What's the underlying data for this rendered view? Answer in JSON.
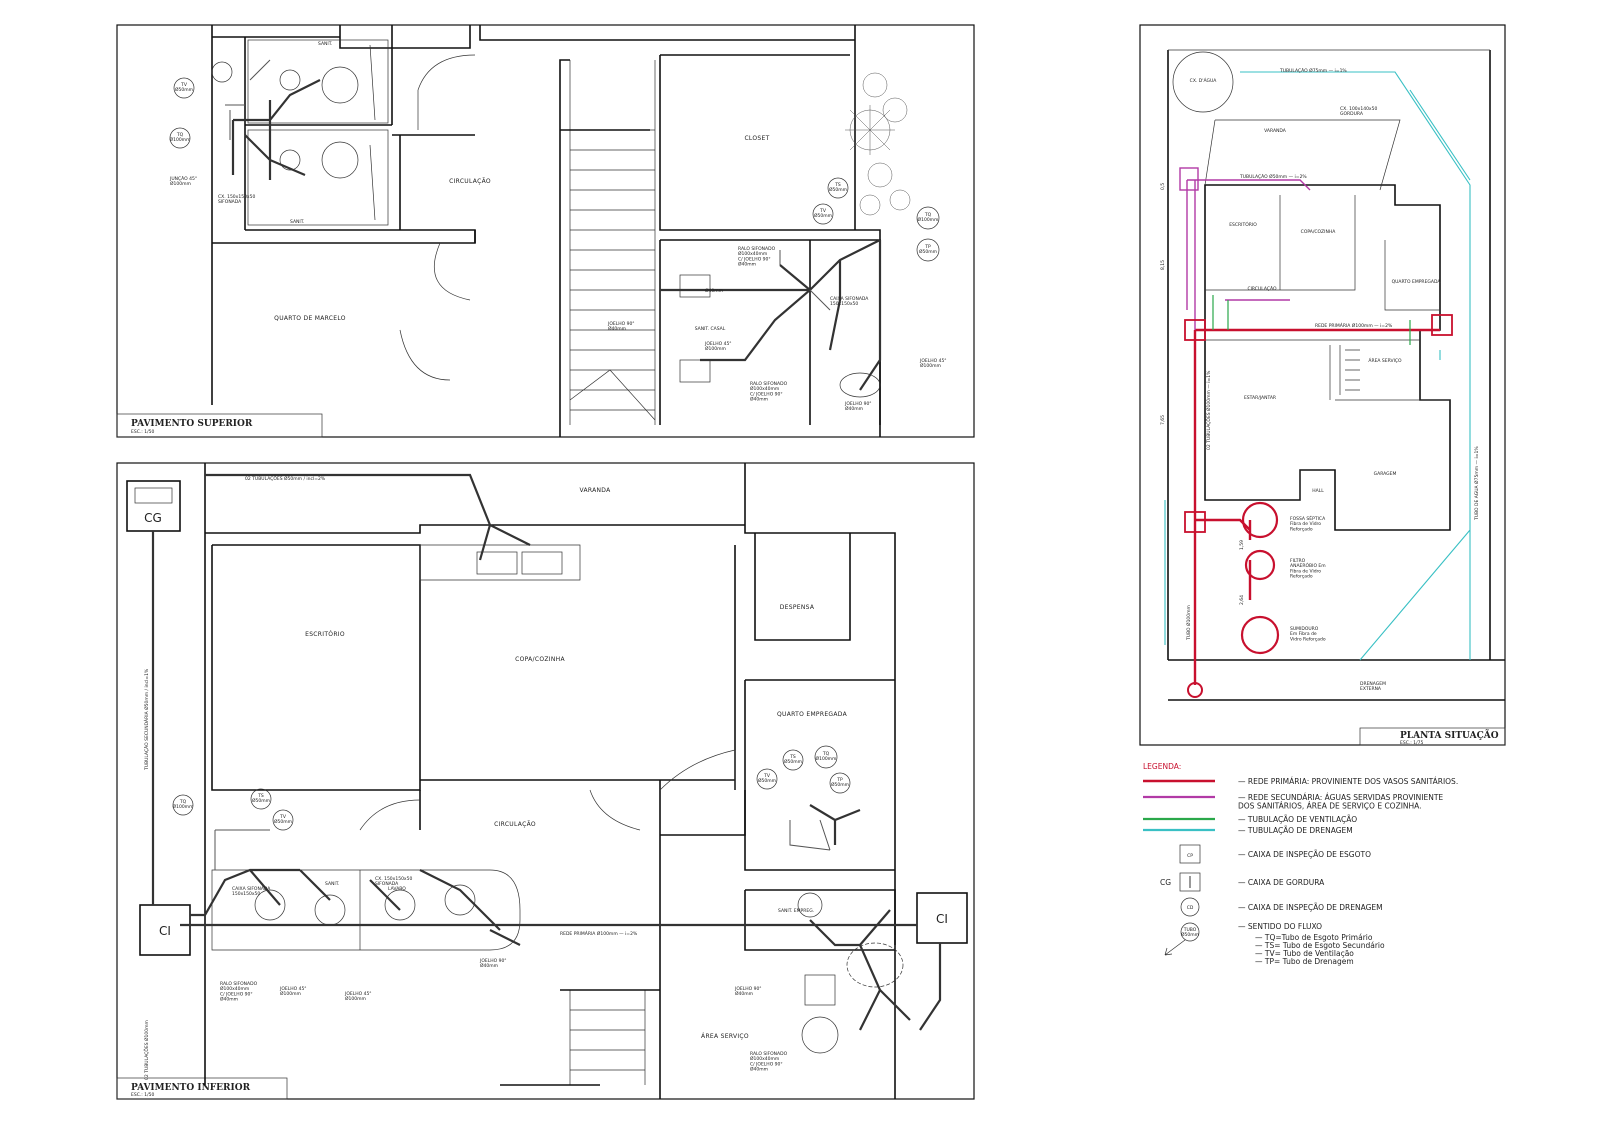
{
  "plans": {
    "upper": {
      "title": "PAVIMENTO SUPERIOR",
      "scale": "ESC.: 1/50",
      "rooms": {
        "quarto": "QUARTO DE MARCELO",
        "circulacao": "CIRCULAÇÃO",
        "closet": "CLOSET",
        "sanit_top": "SANIT.",
        "sanit_bottom": "SANIT.",
        "sanit_casal": "SANIT. CASAL"
      },
      "tags": {
        "tv": "TV\nØ50mm",
        "tq": "TQ\nØ100mm",
        "ts": "TS\nØ50mm",
        "tv2": "TV\nØ50mm",
        "tq2": "TQ\nØ100mm",
        "tp": "TP\nØ50mm"
      },
      "notes": {
        "caixa": "CAIXA SIFONADA\n150x150x50",
        "ralo": "RALO SIFONADO\nØ100x40mm\nC/ JOELHO 90°\nØ40mm",
        "joelho": "JOELHO 45°\nØ100mm",
        "joelho90": "JOELHO 90°\nØ40mm",
        "juncao": "JUNÇÃO 45°\nØ100mm",
        "cx": "CX. 150x150x50\nSIFONADA",
        "tub40": "Ø40mm"
      }
    },
    "lower": {
      "title": "PAVIMENTO INFERIOR",
      "scale": "ESC.: 1/50",
      "rooms": {
        "varanda": "VARANDA",
        "escritorio": "ESCRITÓRIO",
        "copa": "COPA/COZINHA",
        "despensa": "DESPENSA",
        "quarto_emp": "QUARTO EMPREGADA",
        "circulacao": "CIRCULAÇÃO",
        "sanit": "SANIT.",
        "lavabo": "LAVABO",
        "sanit_emp": "SANIT. EMPREG.",
        "area": "ÁREA SERVIÇO"
      },
      "tags": {
        "ts": "TS\nØ50mm",
        "tq": "TQ\nØ100mm",
        "tv": "TV\nØ50mm",
        "tv2": "TV\nØ50mm",
        "ts2": "TS\nØ50mm",
        "tq2": "TQ\nØ100mm",
        "tp": "TP\nØ50mm"
      },
      "boxes": {
        "cg": "CG",
        "ci_left": "CI",
        "ci_right": "CI"
      },
      "notes": {
        "tub_top": "02 TUBULAÇÕES Ø50mm / incl=2%",
        "tub_left": "TUBULAÇÃO SECUNDÁRIA Ø50mm / incl=1%",
        "tub_left2": "02 TUBULAÇÕES Ø100mm",
        "rede": "REDE PRIMÁRIA Ø100mm — i=2%",
        "joelho": "JOELHO 45°\nØ100mm",
        "ralo": "RALO SIFONADO\nØ100x40mm\nC/ JOELHO 90°\nØ40mm",
        "caixa": "CAIXA SIFONADA\n150x150x50",
        "cx": "CX. 150x150x50\nSIFONADA",
        "joelho90": "JOELHO 90°\nØ40mm"
      }
    },
    "site": {
      "title": "PLANTA SITUAÇÃO",
      "scale": "ESC.: 1/75",
      "dims": {
        "d1": "8,15",
        "d2": "7,65",
        "d3": "0,5",
        "d4": "1,59",
        "d5": "2,64"
      },
      "labels": {
        "fossa": "FOSSA SÉPTICA\nFibra de Vidro\nReforçado",
        "filtro": "FILTRO\nANAERÓBIO Em\nFibra de Vidro\nReforçado",
        "sumidouro": "SUMIDOURO\nEm Fibra de\nVidro Reforçado",
        "drenagem": "DRENAGEM\nEXTERNA",
        "escritorio": "ESCRITÓRIO",
        "copa": "COPA/COZINHA",
        "circ": "CIRCULAÇÃO",
        "quarto_emp": "QUARTO EMPREGADA",
        "area": "ÁREA SERVIÇO",
        "garagem": "GARAGEM",
        "estar": "ESTAR/JANTAR",
        "hall": "HALL",
        "varanda": "VARANDA",
        "cxagua": "CX. D'ÁGUA",
        "rede_prim": "REDE PRIMÁRIA Ø100mm — i=2%",
        "tub_dren": "TUBULAÇÃO Ø75mm — i=1%",
        "tub_sec": "TUBULAÇÃO Ø50mm — i=2%",
        "tub_left": "02 TUBULAÇÕES Ø100mm — i=1%",
        "tub_right": "TUBO DE AGUA Ø75mm — i=1%",
        "tub_bottom": "TUBO Ø100mm",
        "cx_label": "CX. 100x140x50\nGORDURA"
      }
    }
  },
  "legend": {
    "title": "LEGENDA:",
    "items": [
      {
        "color": "#c8102e",
        "text": "— REDE PRIMÁRIA: PROVINIENTE DOS VASOS SANITÁRIOS."
      },
      {
        "color": "#b23aa6",
        "text": "— REDE SECUNDÁRIA: ÁGUAS SERVIDAS PROVINIENTE\nDOS SANITÁRIOS, ÁREA DE SERVIÇO E COZINHA."
      },
      {
        "color": "#2aa84a",
        "text": "— TUBULAÇÃO DE VENTILAÇÃO"
      },
      {
        "color": "#39c0c4",
        "text": "— TUBULAÇÃO DE DRENAGEM"
      }
    ],
    "symbols": [
      {
        "sym": "CP",
        "text": "— CAIXA DE INSPEÇÃO DE ESGOTO"
      },
      {
        "sym": "CG",
        "text": "— CAIXA DE GORDURA"
      },
      {
        "sym": "CD",
        "text": "— CAIXA DE INSPEÇÃO DE DRENAGEM"
      }
    ],
    "flow": "— SENTIDO DO FLUXO",
    "flow_tag": "TUBO\nØ50mm",
    "tubes": [
      "— TQ=Tubo de Esgoto Primário",
      "— TS= Tubo de Esgoto Secundário",
      "— TV= Tubo de Ventilação",
      "— TP= Tubo de Drenagem"
    ]
  },
  "colors": {
    "primary": "#c8102e",
    "secondary": "#b23aa6",
    "ventilation": "#2aa84a",
    "drainage": "#39c0c4"
  }
}
